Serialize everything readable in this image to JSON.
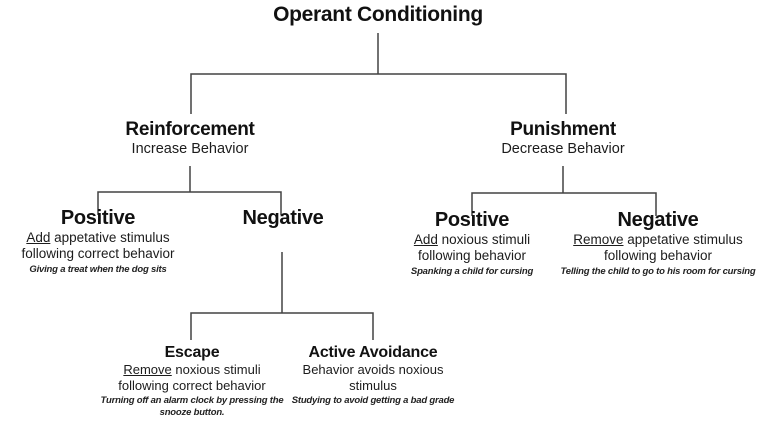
{
  "title": "Operant Conditioning",
  "colors": {
    "background": "#ffffff",
    "text": "#111111",
    "connector_line": "#424242"
  },
  "nodes": {
    "reinforcement": {
      "heading": "Reinforcement",
      "subheading": "Increase Behavior"
    },
    "punishment": {
      "heading": "Punishment",
      "subheading": "Decrease Behavior"
    },
    "reinforcement_positive": {
      "heading": "Positive",
      "keyword": "Add",
      "detail_rest": " appetative stimulus",
      "detail_line2": "following correct behavior",
      "example": "Giving a treat when the dog sits"
    },
    "reinforcement_negative": {
      "heading": "Negative"
    },
    "punishment_positive": {
      "heading": "Positive",
      "keyword": "Add",
      "detail_rest": " noxious stimuli",
      "detail_line2": "following behavior",
      "example": "Spanking a child for cursing"
    },
    "punishment_negative": {
      "heading": "Negative",
      "keyword": "Remove",
      "detail_rest": " appetative stimulus",
      "detail_line2": "following behavior",
      "example": "Telling the child to go to his room for cursing"
    },
    "escape": {
      "heading": "Escape",
      "keyword": "Remove",
      "detail_rest": " noxious stimuli",
      "detail_line2": "following correct behavior",
      "example": "Turning off an alarm clock by pressing the snooze button."
    },
    "active_avoidance": {
      "heading": "Active Avoidance",
      "detail": "Behavior avoids noxious stimulus",
      "example": "Studying to avoid getting a bad grade"
    }
  }
}
